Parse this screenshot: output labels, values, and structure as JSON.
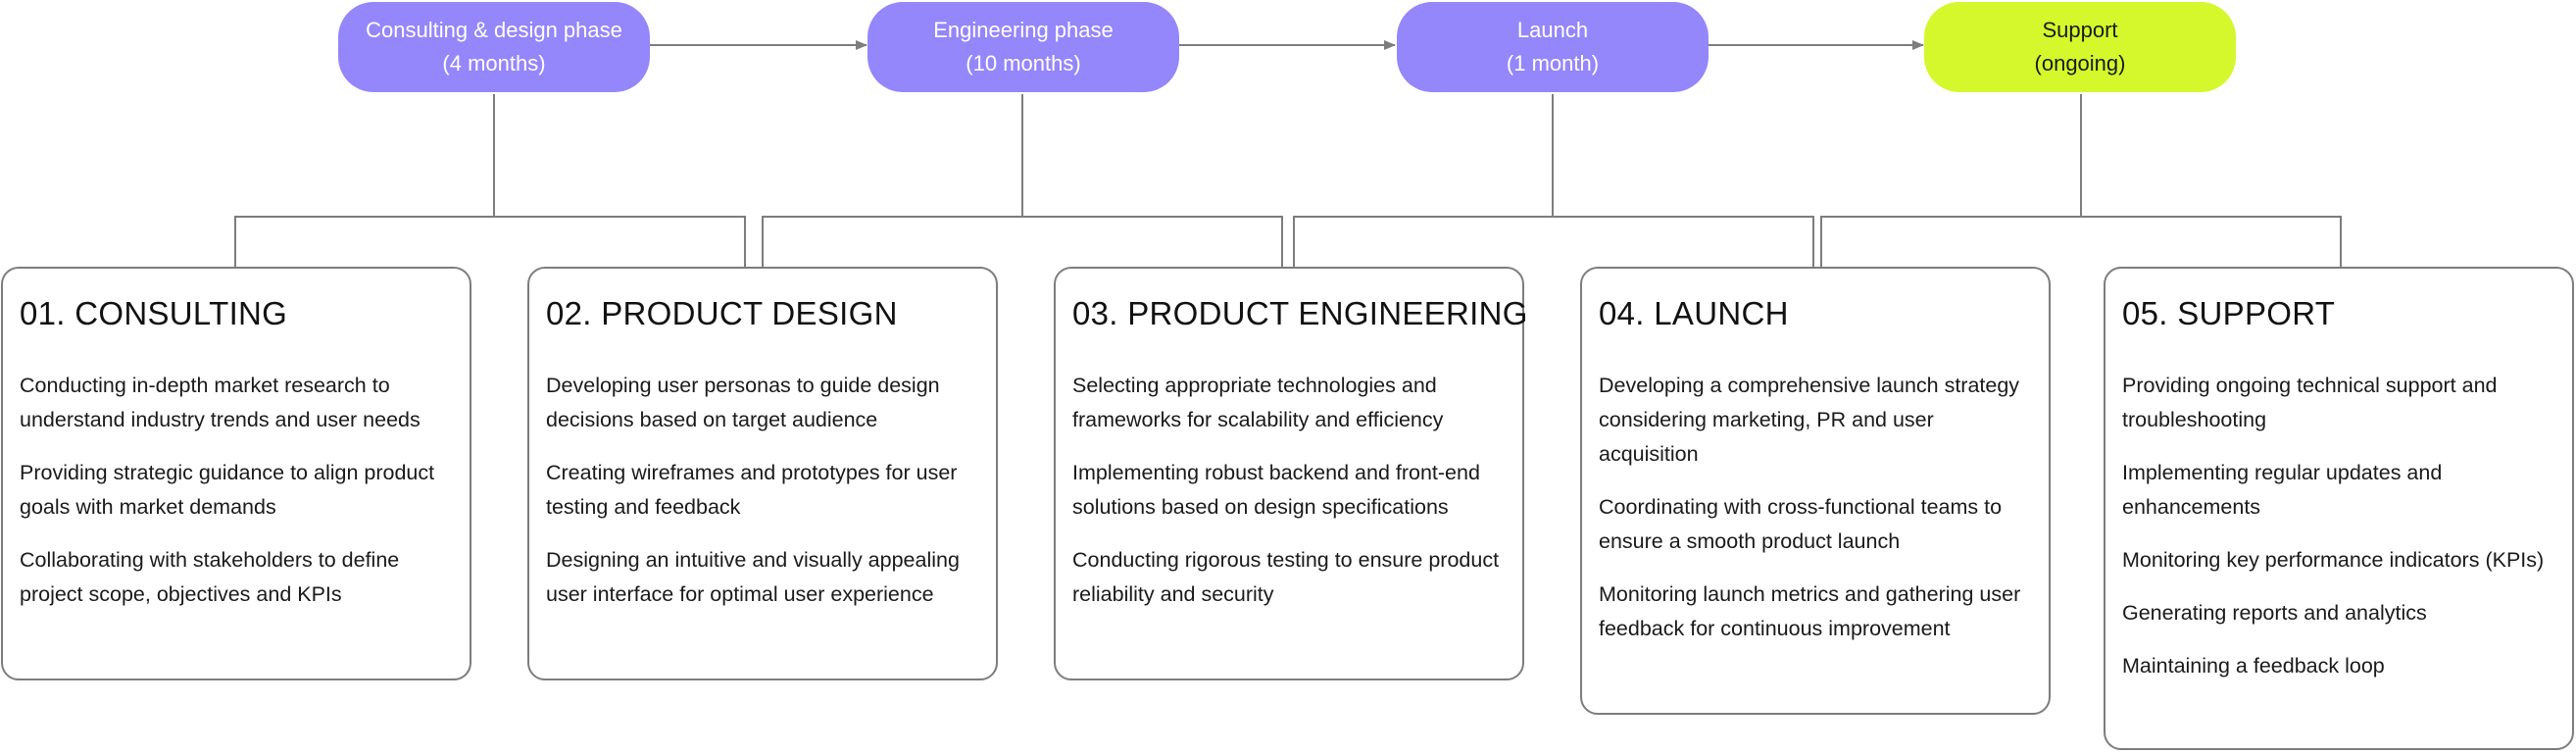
{
  "phases": [
    {
      "name": "Consulting & design phase",
      "duration": "(4 months)",
      "color": "#9486fb"
    },
    {
      "name": "Engineering phase",
      "duration": "(10 months)",
      "color": "#9486fb"
    },
    {
      "name": "Launch",
      "duration": "(1 month)",
      "color": "#9486fb"
    },
    {
      "name": "Support",
      "duration": "(ongoing)",
      "color": "#d4f82b"
    }
  ],
  "cards": [
    {
      "title": "01. CONSULTING",
      "items": [
        "Conducting in-depth market research to understand industry trends and user needs",
        "Providing strategic guidance to align product goals with market demands",
        "Collaborating with stakeholders to define project scope, objectives and KPIs"
      ]
    },
    {
      "title": "02. PRODUCT DESIGN",
      "items": [
        "Developing user personas to guide design decisions based on target audience",
        "Creating wireframes and prototypes for user testing and feedback",
        "Designing an intuitive and visually appealing user interface for optimal user experience"
      ]
    },
    {
      "title": "03. PRODUCT ENGINEERING",
      "items": [
        "Selecting appropriate technologies and frameworks for scalability and efficiency",
        "Implementing robust backend and front-end solutions based on design specifications",
        "Conducting rigorous testing to ensure product reliability and security"
      ]
    },
    {
      "title": "04. LAUNCH",
      "items": [
        "Developing a comprehensive launch strategy considering marketing, PR and user acquisition",
        "Coordinating with cross-functional teams to ensure a smooth product launch",
        "Monitoring launch metrics and gathering user feedback for continuous improvement"
      ]
    },
    {
      "title": "05. SUPPORT",
      "items": [
        "Providing ongoing technical support and troubleshooting",
        "Implementing regular updates and enhancements",
        "Monitoring key performance indicators (KPIs)",
        "Generating reports and analytics",
        "Maintaining a feedback loop"
      ]
    }
  ]
}
